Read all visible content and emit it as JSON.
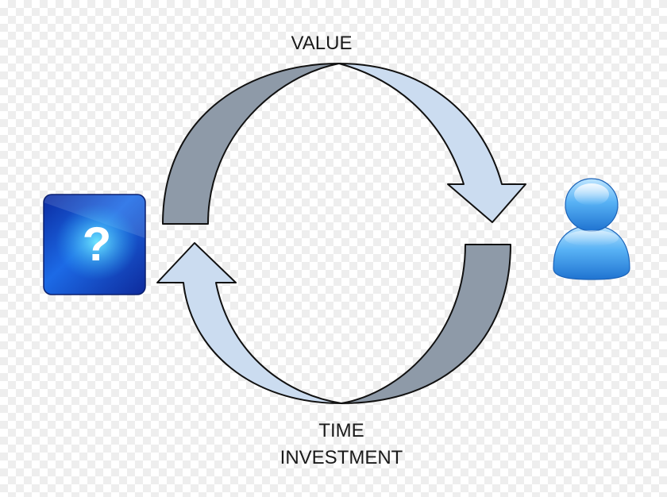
{
  "diagram": {
    "top_label": "VALUE",
    "bottom_label_line1": "TIME",
    "bottom_label_line2": "INVESTMENT",
    "left_node": {
      "icon": "question-mark-tile-icon",
      "glyph": "?"
    },
    "right_node": {
      "icon": "user-icon"
    }
  },
  "colors": {
    "arrow_light": "#cbdcf0",
    "arrow_dark": "#8e9aa8",
    "outline": "#111111",
    "tile_blue": "#1a56d6",
    "tile_cyan": "#3fd0ff",
    "user_blue": "#49a7f2"
  }
}
